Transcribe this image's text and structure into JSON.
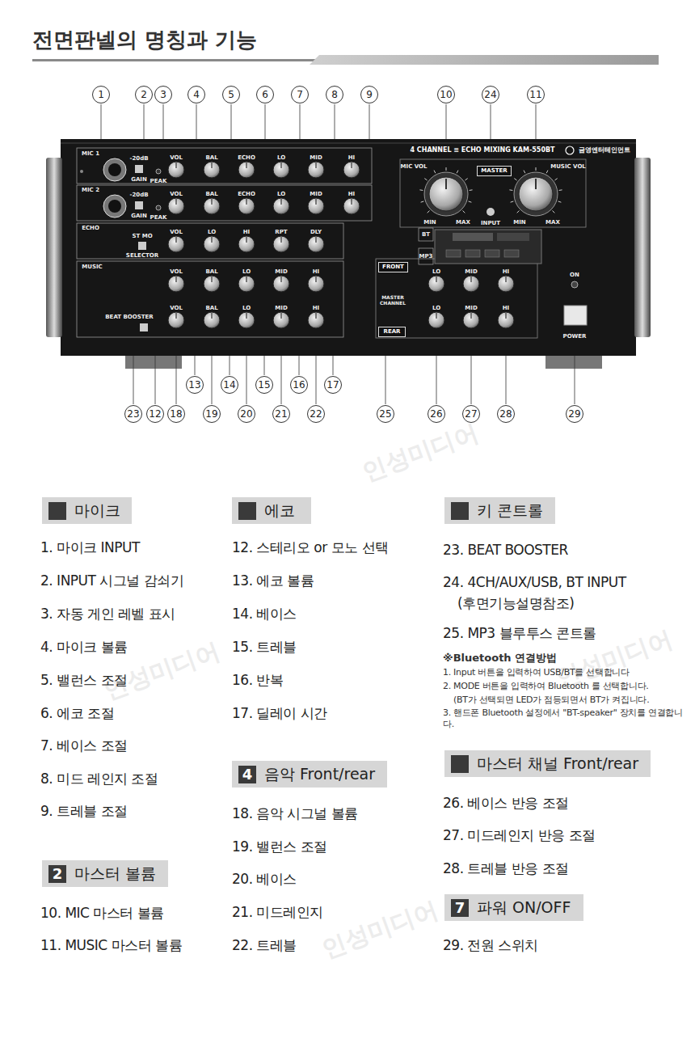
{
  "diagram": {
    "title": "전면판넬의 명칭과 기능",
    "nodes": [
      {
        "text": [
          "MASTER"
        ]
      },
      {
        "text": [
          "FRONT"
        ]
      },
      {
        "text": [
          "REAR"
        ]
      },
      {
        "text": [
          "마이크"
        ]
      },
      {
        "text": [
          "에코"
        ]
      },
      {
        "text": [
          "키 콘트롤"
        ]
      },
      {
        "text": [
          "2",
          "마스터 볼륨"
        ]
      },
      {
        "text": [
          "4",
          "음악 Front/rear"
        ]
      },
      {
        "text": [
          "마스터 채널 Front/rear"
        ]
      },
      {
        "text": [
          "7",
          "파워 ON/OFF"
        ]
      }
    ],
    "labels": [
      "1",
      "2",
      "3",
      "4",
      "5",
      "6",
      "7",
      "8",
      "9",
      "10",
      "24",
      "11",
      "13",
      "14",
      "15",
      "16",
      "17",
      "23",
      "12",
      "18",
      "19",
      "20",
      "21",
      "22",
      "25",
      "26",
      "27",
      "28",
      "29",
      "4 CHANNEL ≡ ECHO MIXING KAM-550BT",
      "금영엔터테인먼트",
      "MIC 1",
      "MIC 2",
      "ECHO",
      "MUSIC",
      "VOL",
      "BAL",
      "ECHO",
      "LO",
      "MID",
      "HI",
      "VOL",
      "BAL",
      "ECHO",
      "LO",
      "MID",
      "HI",
      "-20dB",
      "GAIN",
      "PEAK",
      "-20dB",
      "GAIN",
      "PEAK",
      "ST MO",
      "SELECTOR",
      "VOL",
      "LO",
      "HI",
      "RPT",
      "DLY",
      "BEAT BOOSTER",
      "VOL",
      "BAL",
      "LO",
      "MID",
      "HI",
      "VOL",
      "BAL",
      "LO",
      "MID",
      "HI",
      "MIC VOL",
      "MUSIC VOL",
      "MIN",
      "MAX",
      "INPUT",
      "MIN",
      "MAX",
      "BT",
      "MP3",
      "MASTER CHANNEL",
      "LO",
      "MID",
      "HI",
      "LO",
      "MID",
      "HI",
      "ON",
      "POWER",
      "인성미디어",
      "인성미디어",
      "인성미디어",
      "인성미디어",
      "1. 마이크 INPUT",
      "2. INPUT 시그널 감쇠기",
      "3. 자동 게인 레벨 표시",
      "4. 마이크 볼륨",
      "5. 밸런스 조절",
      "6. 에코 조절",
      "7. 베이스 조절",
      "8. 미드 레인지 조절",
      "9. 트레블 조절",
      "10. MIC 마스터 볼륨",
      "11. MUSIC 마스터 볼륨",
      "12. 스테리오 or 모노 선택",
      "13. 에코 볼륨",
      "14. 베이스",
      "15. 트레블",
      "16. 반복",
      "17. 딜레이 시간",
      "18. 음악 시그널 볼륨",
      "19. 밸런스 조절",
      "20. 베이스",
      "21. 미드레인지",
      "22. 트레블",
      "23. BEAT BOOSTER",
      "24. 4CH/AUX/USB, BT INPUT",
      "(후면기능설명참조)",
      "25. MP3 블루투스 콘트롤",
      "※Bluetooth 연결방법",
      "1. Input 버튼을 입력하여 USB/BT를 선택합니다",
      "2. MODE 버튼을 입력하여 Bluetooth 를 선택합니다.",
      "(BT가 선택되면 LED가 점등되면서 BT가 켜집니다.",
      "3. 핸드폰 Bluetooth 설정에서 \"BT-speaker\" 장치를 연결합니다.",
      "26. 베이스 반응 조절",
      "27. 미드레인지 반응 조절",
      "28. 트레블 반응 조절",
      "29. 전원 스위치"
    ]
  }
}
